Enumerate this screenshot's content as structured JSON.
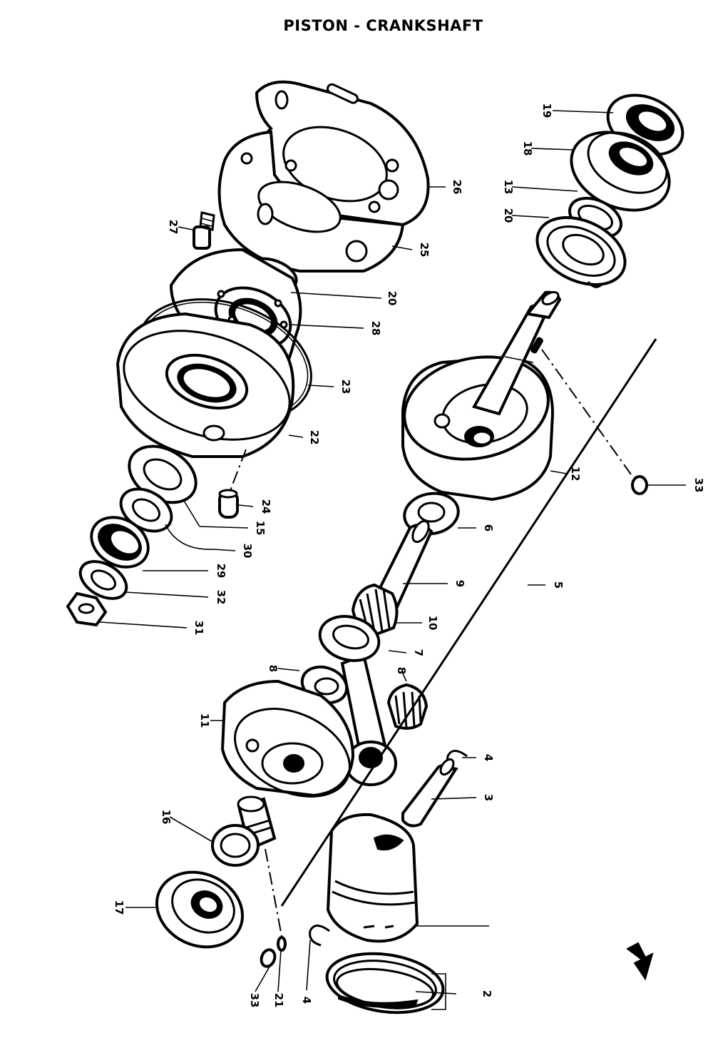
{
  "title": "PISTON - CRANKSHAFT",
  "callouts": [
    {
      "id": "c2",
      "label": "2"
    },
    {
      "id": "c3",
      "label": "3"
    },
    {
      "id": "c4a",
      "label": "4"
    },
    {
      "id": "c4b",
      "label": "4"
    },
    {
      "id": "c5",
      "label": "5"
    },
    {
      "id": "c6",
      "label": "6"
    },
    {
      "id": "c7",
      "label": "7"
    },
    {
      "id": "c8a",
      "label": "8"
    },
    {
      "id": "c8b",
      "label": "8"
    },
    {
      "id": "c9",
      "label": "9"
    },
    {
      "id": "c10",
      "label": "10"
    },
    {
      "id": "c11",
      "label": "11"
    },
    {
      "id": "c12",
      "label": "12"
    },
    {
      "id": "c13",
      "label": "13"
    },
    {
      "id": "c15",
      "label": "15"
    },
    {
      "id": "c16",
      "label": "16"
    },
    {
      "id": "c17",
      "label": "17"
    },
    {
      "id": "c18",
      "label": "18"
    },
    {
      "id": "c19",
      "label": "19"
    },
    {
      "id": "c20a",
      "label": "20"
    },
    {
      "id": "c20b",
      "label": "20"
    },
    {
      "id": "c21",
      "label": "21"
    },
    {
      "id": "c22",
      "label": "22"
    },
    {
      "id": "c23",
      "label": "23"
    },
    {
      "id": "c24",
      "label": "24"
    },
    {
      "id": "c25",
      "label": "25"
    },
    {
      "id": "c26",
      "label": "26"
    },
    {
      "id": "c27",
      "label": "27"
    },
    {
      "id": "c28",
      "label": "28"
    },
    {
      "id": "c29",
      "label": "29"
    },
    {
      "id": "c30",
      "label": "30"
    },
    {
      "id": "c31",
      "label": "31"
    },
    {
      "id": "c32",
      "label": "32"
    },
    {
      "id": "c33a",
      "label": "33"
    },
    {
      "id": "c33b",
      "label": "33"
    }
  ],
  "icons": {
    "direction_arrow": "front-arrow-icon"
  }
}
